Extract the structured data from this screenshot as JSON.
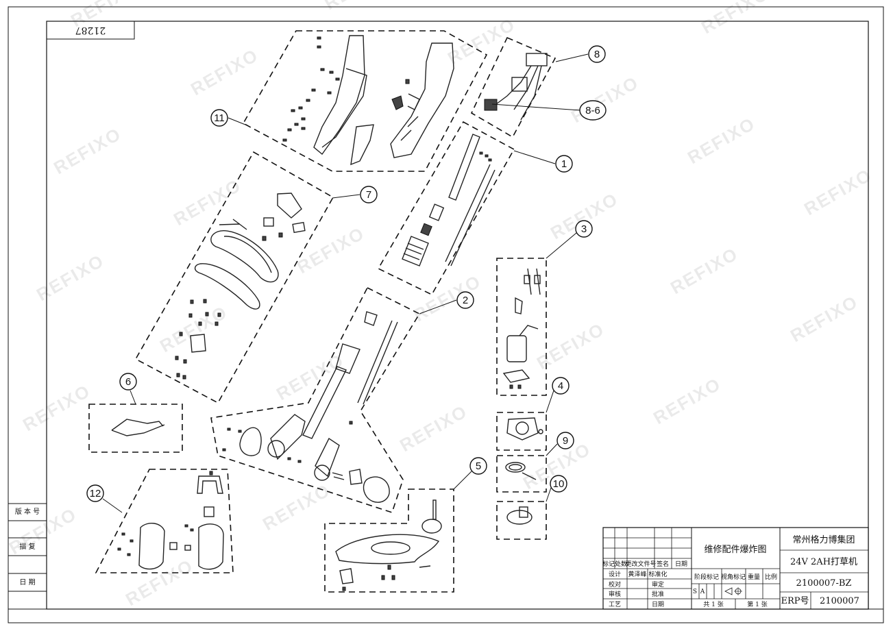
{
  "drawing_number_mirrored": "21287",
  "watermark": "REFIXO",
  "callouts": [
    {
      "id": "11",
      "label": "11"
    },
    {
      "id": "7",
      "label": "7"
    },
    {
      "id": "8",
      "label": "8"
    },
    {
      "id": "8-6",
      "label": "8-6"
    },
    {
      "id": "1",
      "label": "1"
    },
    {
      "id": "3",
      "label": "3"
    },
    {
      "id": "2",
      "label": "2"
    },
    {
      "id": "4",
      "label": "4"
    },
    {
      "id": "6",
      "label": "6"
    },
    {
      "id": "9",
      "label": "9"
    },
    {
      "id": "5",
      "label": "5"
    },
    {
      "id": "10",
      "label": "10"
    },
    {
      "id": "12",
      "label": "12"
    }
  ],
  "left_strip": {
    "version_no": "版 本 号",
    "trace": "描 复",
    "date": "日 期"
  },
  "title_block": {
    "drawing_title": "维修配件爆炸图",
    "company": "常州格力博集团",
    "product": "24V 2AH打草机",
    "drawing_no": "2100007-BZ",
    "erp_label": "ERP号",
    "erp_no": "2100007",
    "revision_headers": [
      "标记",
      "处数",
      "更改文件号",
      "签名",
      "日期"
    ],
    "roles": [
      {
        "role": "设计",
        "name": "黄泽峰",
        "role2": "标准化"
      },
      {
        "role": "校对",
        "name": "",
        "role2": "审定"
      },
      {
        "role": "审核",
        "name": "",
        "role2": "批准"
      },
      {
        "role": "工艺",
        "name": "",
        "role2": "日期"
      }
    ],
    "stage_label": "阶段标记",
    "view_label": "视角标记",
    "weight_label": "重量",
    "scale_label": "比例",
    "stage_s": "S",
    "stage_a": "A",
    "sheets_total": "共 1 张",
    "sheet_no": "第 1 张"
  }
}
